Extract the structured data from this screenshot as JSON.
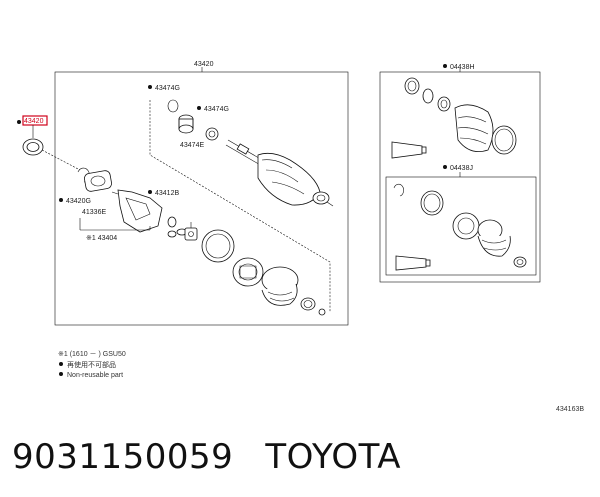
{
  "callouts": {
    "assembly": "43420",
    "highlighted_part": "43420",
    "c43474g_a": "43474G",
    "c43474g_b": "43474G",
    "c43474e": "43474E",
    "c43412b": "43412B",
    "c43420g": "43420G",
    "c41336e": "41336E",
    "c43404": "※1  43404",
    "c04438h": "04438H",
    "c04438j": "04438J"
  },
  "notes": {
    "line1": "※1 (1610 －     ) GSU50",
    "line2": "再使用不可部品",
    "line3": "Non-reusable part"
  },
  "diagram_id": "434163B",
  "footer": {
    "part_number": "9031150059",
    "brand": "TOYOTA"
  },
  "colors": {
    "line": "#111111",
    "highlight": "#d0021b"
  }
}
